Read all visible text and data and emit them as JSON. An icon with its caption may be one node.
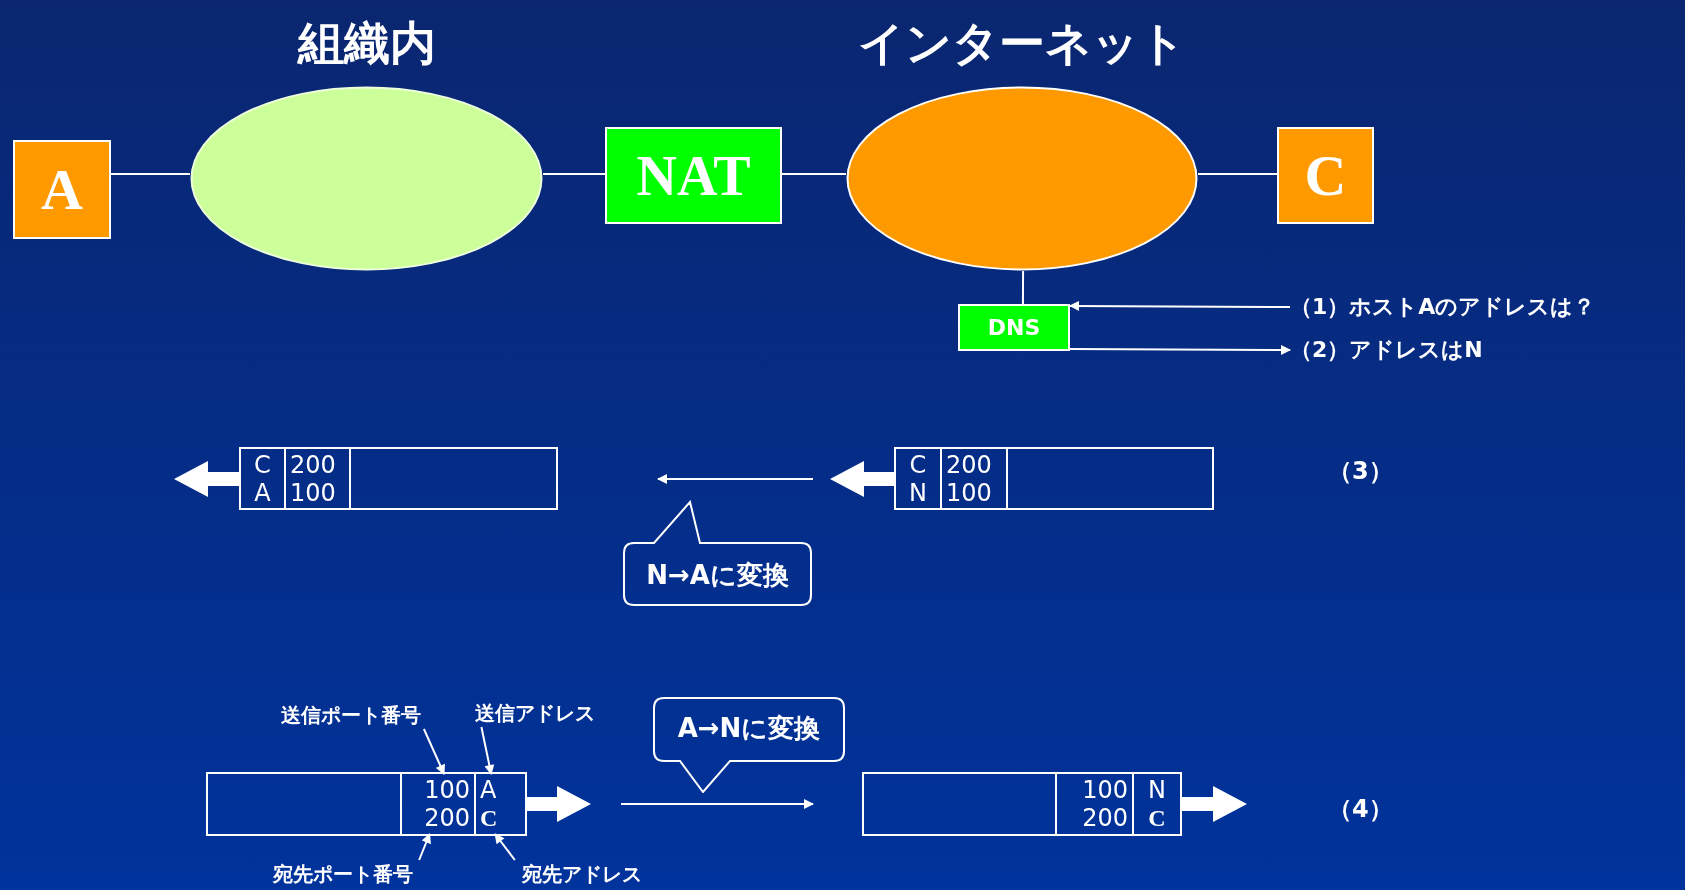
{
  "diagram": {
    "nodes": [
      {
        "text": [
          "A"
        ]
      },
      {
        "text": [
          "組織内"
        ]
      },
      {
        "text": [
          "NAT"
        ]
      },
      {
        "text": [
          "インターネット"
        ]
      },
      {
        "text": [
          "C"
        ]
      },
      {
        "text": [
          "DNS"
        ]
      },
      {
        "text": [
          "（1）ホストAのアドレスは？"
        ]
      },
      {
        "text": [
          "（2）アドレスはN"
        ]
      },
      {
        "text": [],
        "shape": "box"
      },
      {
        "text": [
          "C",
          "A"
        ],
        "in": 8
      },
      {
        "text": [
          "200",
          "100"
        ],
        "in": 8
      },
      {
        "text": [],
        "shape": "box"
      },
      {
        "text": [
          "C",
          "N"
        ],
        "in": 11
      },
      {
        "text": [
          "200",
          "100"
        ],
        "in": 11
      },
      {
        "text": [
          "N→Aに変換"
        ]
      },
      {
        "text": [
          "送信ポート番号"
        ]
      },
      {
        "text": [
          "送信アドレス"
        ]
      },
      {
        "text": [
          "A→Nに変換"
        ]
      },
      {
        "text": [],
        "shape": "box"
      },
      {
        "text": [
          "100",
          "200"
        ],
        "in": 18
      },
      {
        "text": [
          "A",
          "C"
        ],
        "in": 18
      },
      {
        "text": [],
        "shape": "box"
      },
      {
        "text": [
          "100",
          "200"
        ],
        "in": 21
      },
      {
        "text": [
          "N",
          "C"
        ],
        "in": 21
      },
      {
        "text": [
          "宛先ポート番号"
        ]
      },
      {
        "text": [
          "宛先アドレス"
        ]
      }
    ],
    "edges": [
      {
        "from": 0,
        "to": 1,
        "arrow": "none"
      },
      {
        "from": 1,
        "to": 2,
        "arrow": "none"
      },
      {
        "from": 2,
        "to": 3,
        "arrow": "none"
      },
      {
        "from": 3,
        "to": 4,
        "arrow": "none"
      },
      {
        "from": 3,
        "to": 5,
        "arrow": "none"
      },
      {
        "from": 6,
        "to": 5,
        "arrow": "to"
      },
      {
        "from": 5,
        "to": 7,
        "arrow": "to"
      },
      {
        "from": 15,
        "to": 19,
        "arrow": "to"
      },
      {
        "from": 16,
        "to": 20,
        "arrow": "to"
      },
      {
        "from": 24,
        "to": 19,
        "arrow": "to"
      },
      {
        "from": 25,
        "to": 20,
        "arrow": "to"
      },
      {
        "from": 8,
        "to": null,
        "arrow": "to",
        "style": "thick"
      },
      {
        "from": 11,
        "to": null,
        "arrow": "to",
        "style": "thick"
      },
      {
        "from": 18,
        "to": null,
        "arrow": "to",
        "style": "thick"
      },
      {
        "from": 21,
        "to": null,
        "arrow": "to",
        "style": "thick"
      }
    ],
    "labels": [
      "（3）",
      "（4）"
    ]
  }
}
